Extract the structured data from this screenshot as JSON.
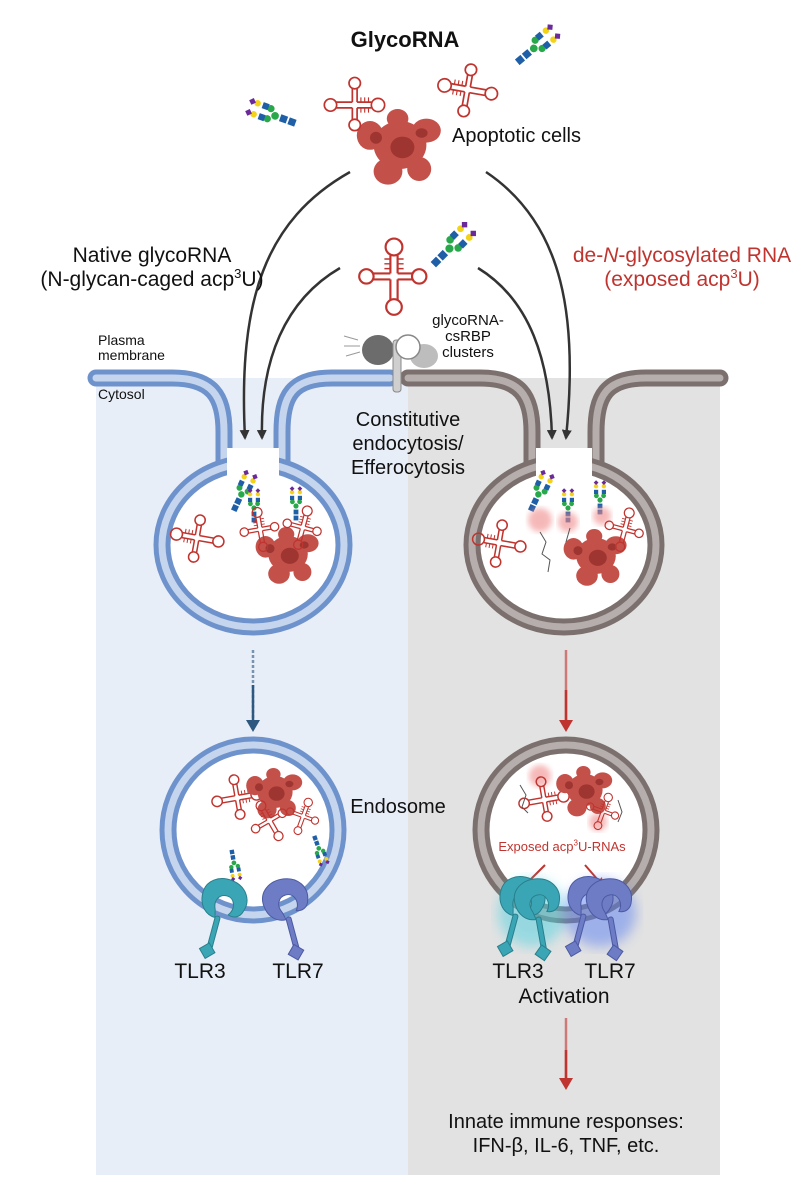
{
  "title": "GlycoRNA",
  "apoptotic_label": "Apoptotic cells",
  "native": {
    "line1": "Native glycoRNA",
    "line2_pre": "(N-glycan-caged acp",
    "sup": "3",
    "line2_post": "U)"
  },
  "deglyco": {
    "pre": "de-",
    "italic": "N",
    "post": "-glycosylated RNA",
    "line2_pre": "(exposed acp",
    "sup": "3",
    "line2_post": "U)"
  },
  "membrane_label": [
    "Plasma",
    "membrane"
  ],
  "cytosol_label": "Cytosol",
  "cluster_label": [
    "glycoRNA-",
    "csRBP",
    "clusters"
  ],
  "uptake_label": [
    "Constitutive",
    "endocytosis/",
    "Efferocytosis"
  ],
  "endosome_label": "Endosome",
  "exposed_label": {
    "pre": "Exposed acp",
    "sup": "3",
    "post": "U-RNAs"
  },
  "left_tlr": {
    "tlr3": "TLR3",
    "tlr7": "TLR7"
  },
  "right_tlr": {
    "tlr3": "TLR3",
    "tlr7": "TLR7",
    "activation": "Activation"
  },
  "response": {
    "line1": "Innate immune responses:",
    "line2": "IFN-β, IL-6, TNF, etc."
  },
  "colors": {
    "blue_membrane": "#6e93cc",
    "blue_panel": "#e8eef8",
    "gray_membrane": "#7b706d",
    "gray_panel": "#e2e2e2",
    "rna_red": "#c0342f",
    "blue_arrow": "#2d587f",
    "red_arrow": "#c0342f",
    "tlr3": "#3aa6b5",
    "tlr7": "#6d7cc5"
  }
}
